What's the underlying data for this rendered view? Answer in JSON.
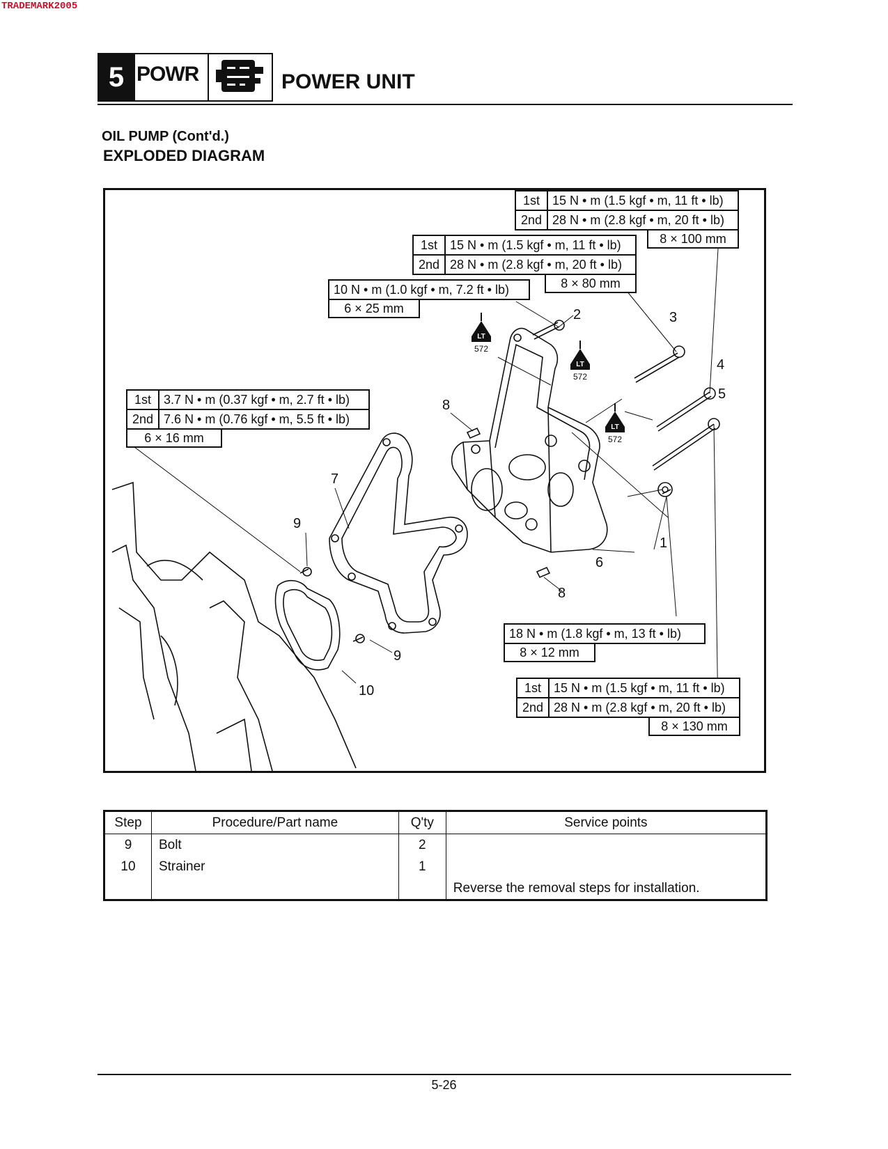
{
  "watermark": "TRADEMARK2005",
  "header": {
    "chapter_number": "5",
    "chapter_abbr": "POWR",
    "chapter_icon": "engine-icon",
    "chapter_title": "POWER UNIT"
  },
  "section": {
    "title": "OIL PUMP  (Cont'd.)",
    "subtitle": "EXPLODED DIAGRAM"
  },
  "diagram": {
    "specs": {
      "spec3": {
        "row1_step": "1st",
        "row1_torque": "15 N • m (1.5 kgf • m, 11 ft • lb)",
        "row2_step": "2nd",
        "row2_torque": "28 N • m (2.8 kgf • m, 20 ft • lb)",
        "size": "8 × 100 mm"
      },
      "spec2": {
        "row1_step": "1st",
        "row1_torque": "15 N • m (1.5 kgf • m, 11 ft • lb)",
        "row2_step": "2nd",
        "row2_torque": "28 N • m (2.8 kgf • m, 20 ft • lb)",
        "size": "8 × 80 mm"
      },
      "spec1": {
        "torque": "10 N • m (1.0 kgf • m, 7.2 ft • lb)",
        "size": "6 × 25 mm"
      },
      "spec4": {
        "row1_step": "1st",
        "row1_torque": "3.7 N • m (0.37 kgf • m, 2.7 ft • lb)",
        "row2_step": "2nd",
        "row2_torque": "7.6 N • m (0.76 kgf • m, 5.5 ft • lb)",
        "size": "6 × 16 mm"
      },
      "spec5": {
        "torque": "18 N • m (1.8 kgf • m, 13 ft • lb)",
        "size": "8 × 12 mm"
      },
      "spec6": {
        "row1_step": "1st",
        "row1_torque": "15 N • m (1.5 kgf • m, 11 ft • lb)",
        "row2_step": "2nd",
        "row2_torque": "28 N • m (2.8 kgf • m, 20 ft • lb)",
        "size": "8 × 130 mm"
      }
    },
    "locktite": {
      "mark": "LT",
      "number": "572",
      "icon": "loctite-icon"
    },
    "callouts": {
      "c1": "1",
      "c2": "2",
      "c3": "3",
      "c4": "4",
      "c5": "5",
      "c6": "6",
      "c7": "7",
      "c8a": "8",
      "c8b": "8",
      "c9a": "9",
      "c9b": "9",
      "c10": "10"
    }
  },
  "table": {
    "headers": {
      "step": "Step",
      "part": "Procedure/Part name",
      "qty": "Q'ty",
      "service": "Service points"
    },
    "rows": [
      {
        "step": "9",
        "part": "Bolt",
        "qty": "2",
        "service": ""
      },
      {
        "step": "10",
        "part": "Strainer",
        "qty": "1",
        "service": ""
      },
      {
        "step": "",
        "part": "",
        "qty": "",
        "service": "Reverse the removal steps for installation."
      }
    ]
  },
  "footer": {
    "page": "5-26"
  }
}
